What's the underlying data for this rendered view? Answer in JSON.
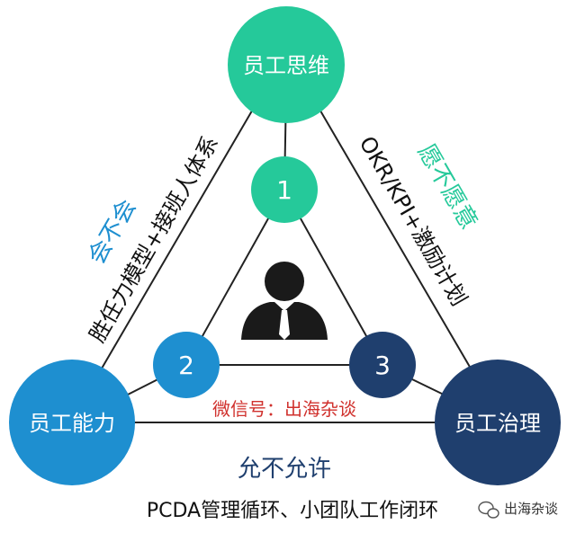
{
  "nodes": {
    "thinking": {
      "label": "员工思维",
      "color": "#25c99a"
    },
    "ability": {
      "label": "员工能力",
      "color": "#1e8fd0"
    },
    "governance": {
      "label": "员工治理",
      "color": "#1f3f6e"
    }
  },
  "inner_nodes": {
    "one": {
      "label": "1",
      "color": "#25c99a"
    },
    "two": {
      "label": "2",
      "color": "#1e8fd0"
    },
    "three": {
      "label": "3",
      "color": "#1f3f6e"
    }
  },
  "edges": {
    "left": {
      "title": "会不会",
      "detail": "胜任力模型+接班人体系",
      "title_color": "#1e8fd0"
    },
    "right": {
      "title": "愿不愿意",
      "detail": "OKR/KPI+激励计划",
      "title_color": "#25c99a"
    },
    "bottom": {
      "title": "允不允许",
      "detail": "PCDA管理循环、小团队工作闭环",
      "title_color": "#1f3f6e"
    }
  },
  "watermark": {
    "text": "微信号：出海杂谈",
    "color": "#d0312d"
  },
  "brand": {
    "text": "出海杂谈",
    "icon": "wechat-icon"
  },
  "colors": {
    "line": "#222222",
    "person": "#1a1a1a",
    "tie": "#ffffff"
  }
}
